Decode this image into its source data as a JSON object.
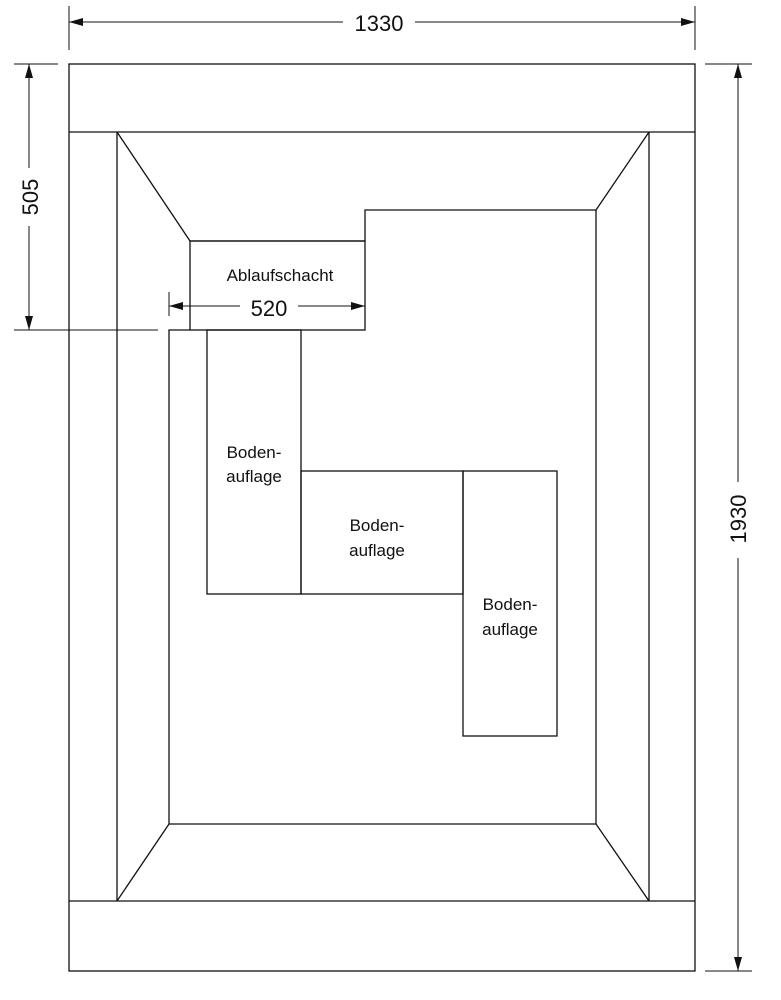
{
  "dimensions": {
    "width_label": "1330",
    "height_label": "1930",
    "depth_label": "505",
    "shaft_width_label": "520"
  },
  "labels": {
    "drain_shaft": "Ablaufschacht",
    "floor_support_1": [
      "Boden-",
      "auflage"
    ],
    "floor_support_2": [
      "Boden-",
      "auflage"
    ],
    "floor_support_3": [
      "Boden-",
      "auflage"
    ]
  },
  "colors": {
    "line": "#111111",
    "background": "#ffffff"
  }
}
